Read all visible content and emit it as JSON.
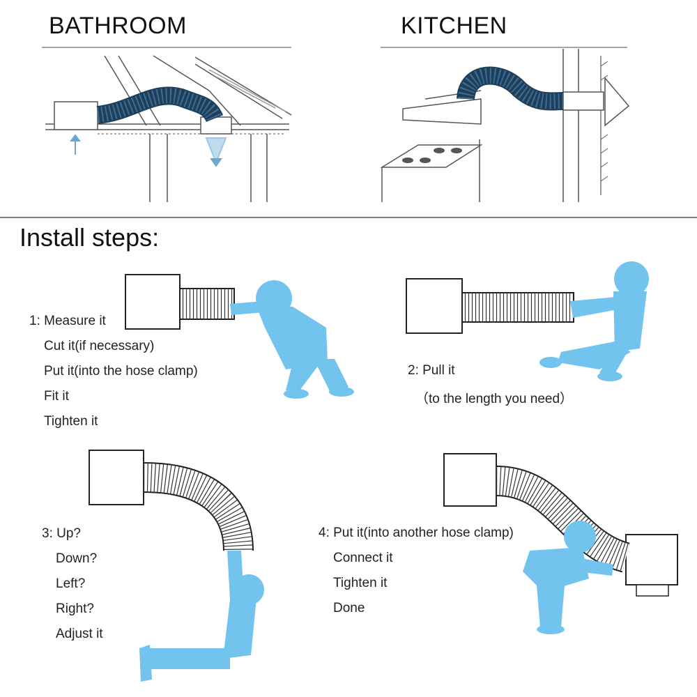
{
  "top": {
    "left_heading": "BATHROOM",
    "right_heading": "KITCHEN"
  },
  "install": {
    "title": "Install steps:",
    "step1": [
      "1: Measure it",
      "Cut it(if necessary)",
      "Put it(into the hose clamp)",
      "Fit it",
      "Tighten it"
    ],
    "step2": [
      "2: Pull it",
      "（to the length you need）"
    ],
    "step3": [
      "3: Up?",
      "Down?",
      "Left?",
      "Right?",
      "Adjust it"
    ],
    "step4": [
      "4: Put it(into another hose clamp)",
      "Connect it",
      "Tighten it",
      "Done"
    ]
  },
  "colors": {
    "figure_blue": "#72c3ee",
    "duct_navy": "#1e3f5c",
    "line": "#444444",
    "rule": "#888888"
  }
}
